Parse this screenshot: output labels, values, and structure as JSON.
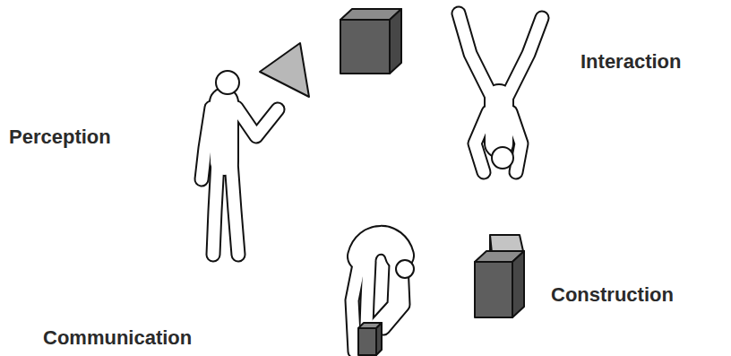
{
  "diagram": {
    "labels": [
      "Perception",
      "Interaction",
      "Construction",
      "Communication"
    ]
  }
}
